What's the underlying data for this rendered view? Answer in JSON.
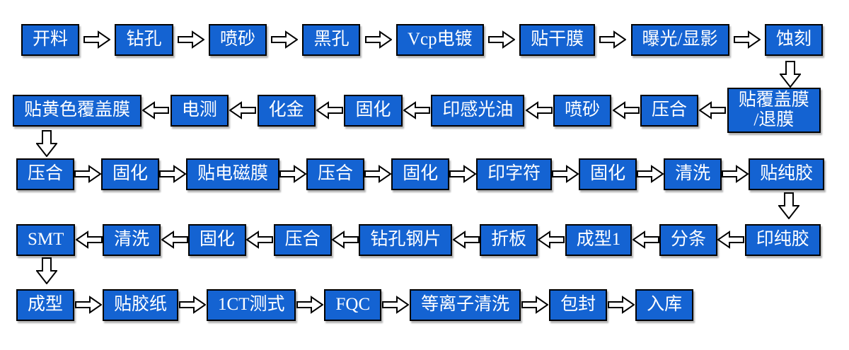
{
  "diagram": {
    "type": "flowchart",
    "subject": "PCB manufacturing process flow",
    "colors": {
      "background": "#ffffff",
      "node_fill": "#1463d2",
      "node_border": "#000000",
      "node_text": "#ffffff",
      "arrow_fill": "#ffffff",
      "arrow_outline": "#000000"
    },
    "rows": [
      {
        "direction": "ltr",
        "nodes": [
          "开料",
          "钻孔",
          "喷砂",
          "黑孔",
          "Vcp电镀",
          "贴干膜",
          "曝光/显影",
          "蚀刻"
        ]
      },
      {
        "direction": "rtl",
        "nodes": [
          "贴覆盖膜\n/退膜",
          "压合",
          "喷砂",
          "印感光油",
          "固化",
          "化金",
          "电测",
          "贴黄色覆盖膜"
        ]
      },
      {
        "direction": "ltr",
        "nodes": [
          "压合",
          "固化",
          "贴电磁膜",
          "压合",
          "固化",
          "印字符",
          "固化",
          "清洗",
          "贴纯胶"
        ]
      },
      {
        "direction": "rtl",
        "nodes": [
          "印纯胶",
          "分条",
          "成型1",
          "折板",
          "钻孔钢片",
          "压合",
          "固化",
          "清洗",
          "SMT"
        ]
      },
      {
        "direction": "ltr",
        "nodes": [
          "成型",
          "贴胶纸",
          "1CT测式",
          "FQC",
          "等离子清洗",
          "包封",
          "入库"
        ]
      }
    ],
    "row_connectors": [
      {
        "from": "蚀刻",
        "to": "贴覆盖膜\n/退膜",
        "side": "right"
      },
      {
        "from": "贴黄色覆盖膜",
        "to": "压合",
        "side": "left"
      },
      {
        "from": "贴纯胶",
        "to": "印纯胶",
        "side": "right"
      },
      {
        "from": "SMT",
        "to": "成型",
        "side": "left"
      }
    ]
  }
}
